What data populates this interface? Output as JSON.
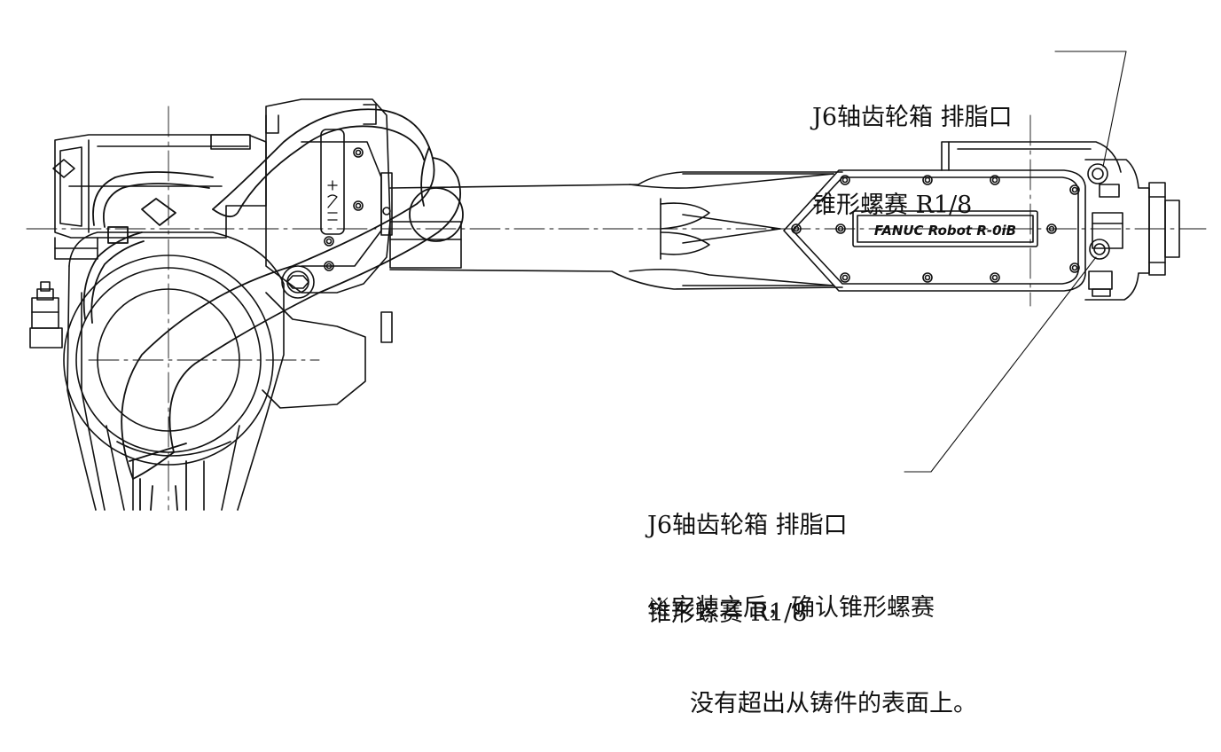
{
  "callouts": {
    "top": {
      "line1": "J6轴齿轮箱 排脂口",
      "line2": "锥形螺赛 R1/8"
    },
    "bottom": {
      "line1": "J6轴齿轮箱 排脂口",
      "line2": "锥形螺赛 R1/8"
    }
  },
  "note": {
    "line1": "※安装之后，确认锥形螺赛",
    "line2": "没有超出从铸件的表面上。"
  },
  "nameplate": {
    "text": "FANUC Robot R-0iB"
  },
  "colors": {
    "ink": "#111111",
    "background": "#ffffff"
  }
}
